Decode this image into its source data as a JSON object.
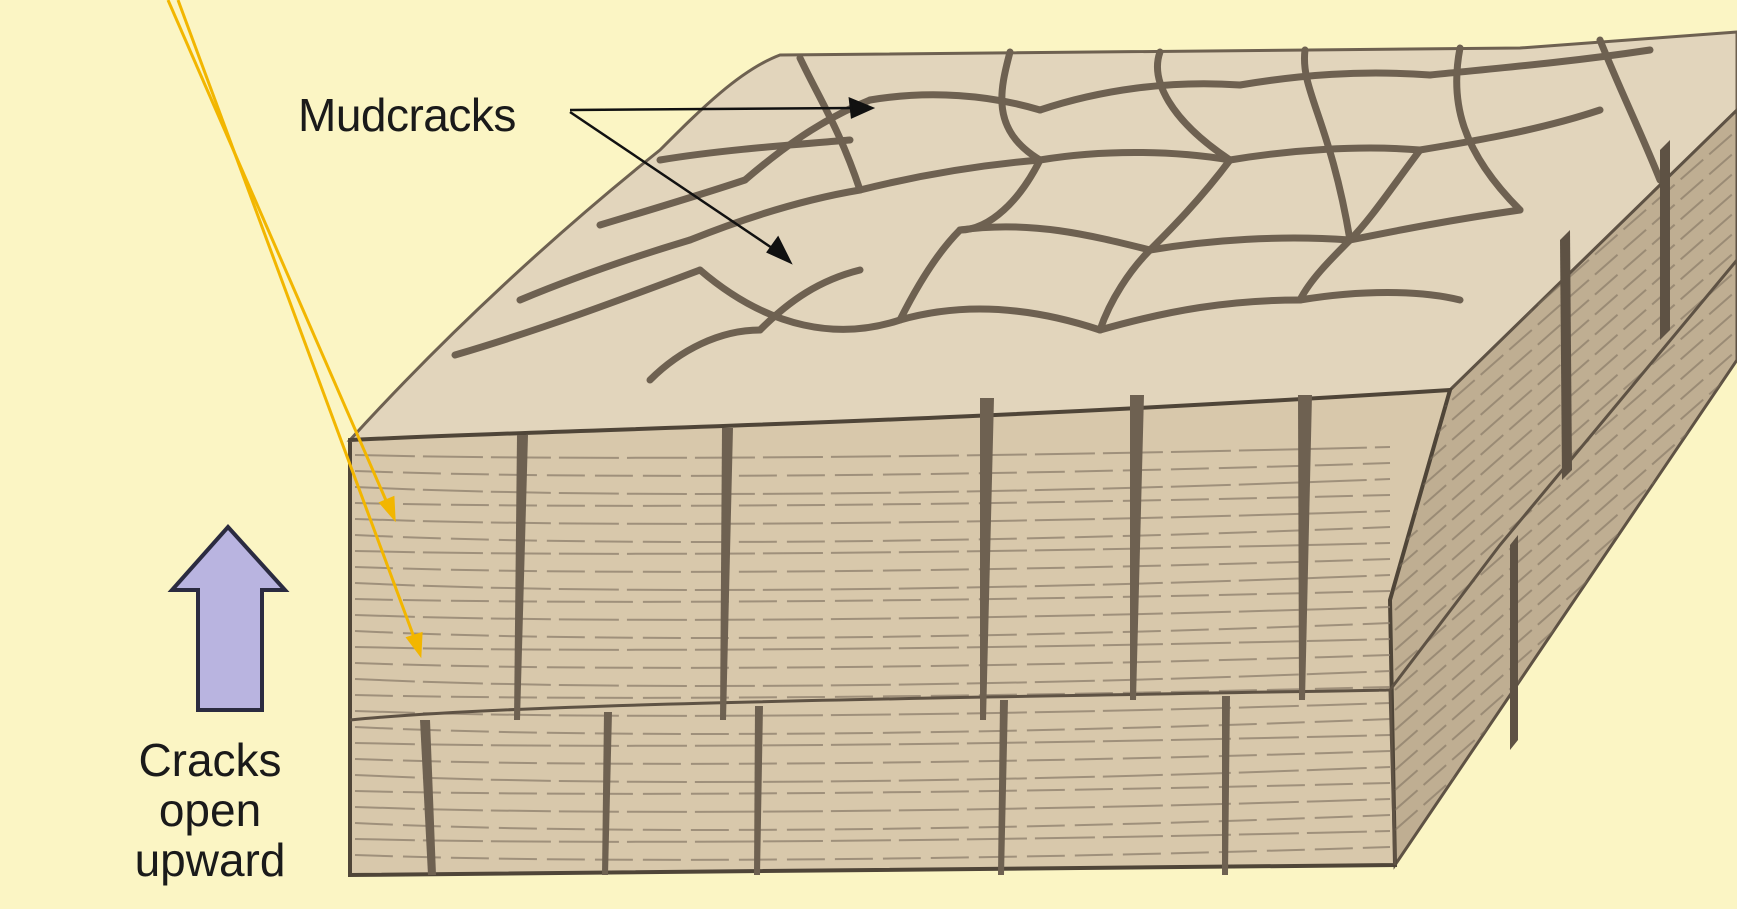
{
  "labels": {
    "mudcracks": "Mudcracks",
    "cracks_line1": "Cracks",
    "cracks_line2": "open",
    "cracks_line3": "upward"
  },
  "colors": {
    "background": "#fbf5c4",
    "mud_top": "#e2d5bc",
    "mud_front": "#d8c8ab",
    "mud_side": "#bfae92",
    "crack": "#6e6151",
    "laminae": "#8c7e6c",
    "arrow_fill": "#b9b4e0",
    "arrow_stroke": "#2b2b40",
    "pointer": "#f2b600"
  },
  "icons": {
    "up_arrow": "up-arrow-icon"
  }
}
